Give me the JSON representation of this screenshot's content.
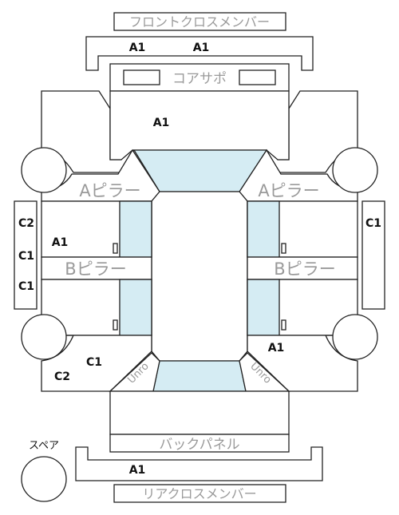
{
  "colors": {
    "glass": "#d5ecf3",
    "outline": "#222222",
    "label_gray": "#9a9a9a"
  },
  "labels": {
    "front_cross_member": "フロントクロスメンバー",
    "core_support": "コアサポ",
    "a_pillar": "Aピラー",
    "b_pillar": "Bピラー",
    "back_panel": "バックパネル",
    "rear_cross_member": "リアクロスメンバー",
    "spare": "スペア",
    "curve_left": "Unro",
    "curve_right": "Unro"
  },
  "grades": {
    "front_cross_left": "A1",
    "front_cross_right": "A1",
    "hood": "A1",
    "left_panel": "A1",
    "right_rear": "A1",
    "left_rear_c1": "C1",
    "left_rear_c2": "C2",
    "left_strip": [
      "C2",
      "C1",
      "C1"
    ],
    "right_strip": "C1",
    "rear_cross": "A1"
  }
}
